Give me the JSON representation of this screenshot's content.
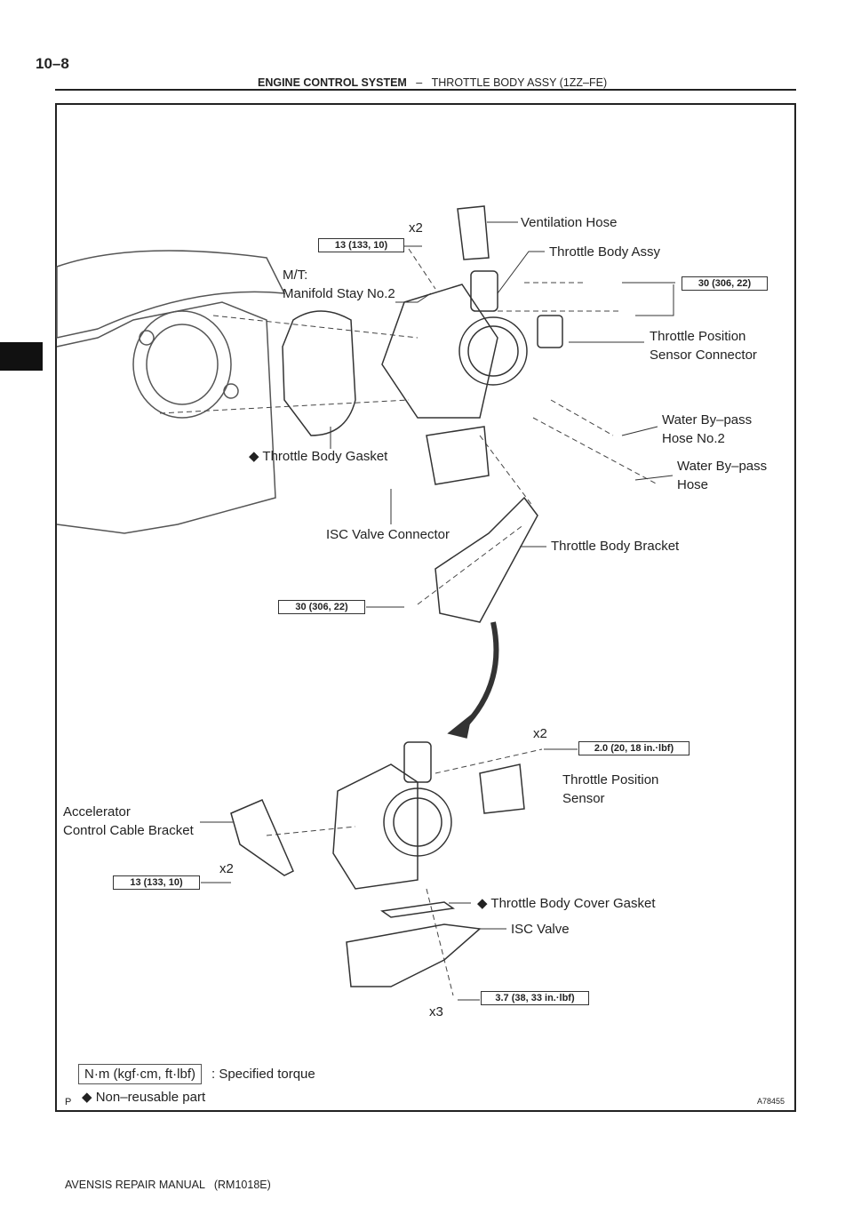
{
  "page_number": "10–8",
  "header": {
    "section": "ENGINE CONTROL SYSTEM",
    "separator": "–",
    "topic": "THROTTLE BODY ASSY (1ZZ–FE)"
  },
  "diagram": {
    "labels": {
      "ventilation_hose": "Ventilation Hose",
      "x2_top": "x2",
      "throttle_body_assy": "Throttle Body Assy",
      "mt": "M/T:",
      "manifold_stay": "Manifold Stay No.2",
      "tps_connector_1": "Throttle Position",
      "tps_connector_2": "Sensor Connector",
      "water_bypass_2_1": "Water By–pass",
      "water_bypass_2_2": "Hose No.2",
      "water_bypass_1": "Water By–pass",
      "water_bypass_2": "Hose",
      "gasket": "◆ Throttle Body Gasket",
      "isc_connector": "ISC Valve Connector",
      "bracket": "Throttle Body Bracket",
      "x2_tps": "x2",
      "tps_1": "Throttle Position",
      "tps_2": "Sensor",
      "accel_1": "Accelerator",
      "accel_2": "Control Cable Bracket",
      "x2_accel": "x2",
      "cover_gasket": "◆ Throttle Body Cover Gasket",
      "isc_valve": "ISC Valve",
      "x3": "x3"
    },
    "torques": {
      "stay": "13 (133, 10)",
      "body": "30 (306, 22)",
      "bracket": "30 (306, 22)",
      "tps": "2.0 (20, 18 in.·lbf)",
      "accel": "13 (133, 10)",
      "isc": "3.7 (38, 33 in.·lbf)"
    },
    "legend": {
      "torque_unit": "N·m (kgf·cm, ft·lbf)",
      "torque_desc": ": Specified torque",
      "nonreusable": "◆ Non–reusable part"
    },
    "corner_code": "P",
    "figure_id": "A78455"
  },
  "footer": "AVENSIS REPAIR MANUAL   (RM1018E)"
}
